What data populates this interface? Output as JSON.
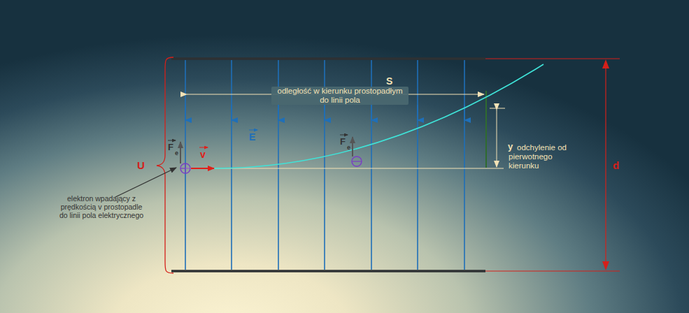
{
  "diagram": {
    "labels": [
      "odległość w kierunku prostopadłym do linii pola",
      "S",
      "y",
      "odchylenie od pierwotnego kierunku",
      "U",
      "d",
      "E",
      "F",
      "e",
      "v",
      "F",
      "e",
      "elektron wpadający z prędkością v prostopadle do linii pola elektrycznego"
    ]
  }
}
